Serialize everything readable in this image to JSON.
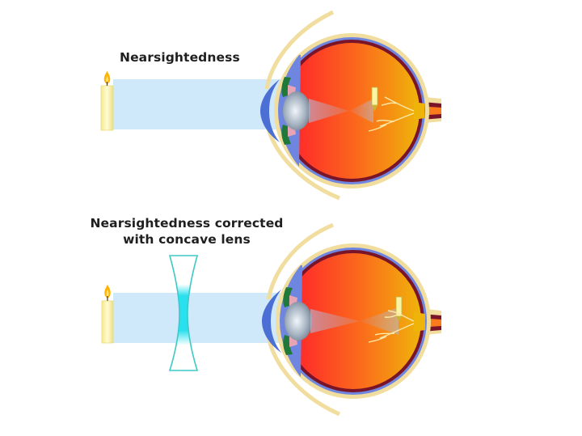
{
  "panels": [
    {
      "title": "Nearsightedness",
      "elements": [
        "candle",
        "light-beam",
        "eye",
        "image-before-retina"
      ]
    },
    {
      "title_line1": "Nearsightedness corrected",
      "title_line2": "with concave lens",
      "elements": [
        "candle",
        "light-beam",
        "concave-lens",
        "eye",
        "image-on-retina"
      ]
    }
  ],
  "colors": {
    "beam": "#cfe9fb",
    "lens_concave": "#1fdceb",
    "eye_front": "#ff2a2a",
    "eye_back": "#f0b000",
    "sclera": "#f1dd9e",
    "choroid": "#7a1428",
    "retina_blue": "#6f86e0",
    "cornea": "#4c6fd6",
    "iris": "#1f7a3a",
    "candle": "#fbf3a5",
    "flame": "#ffb000"
  }
}
